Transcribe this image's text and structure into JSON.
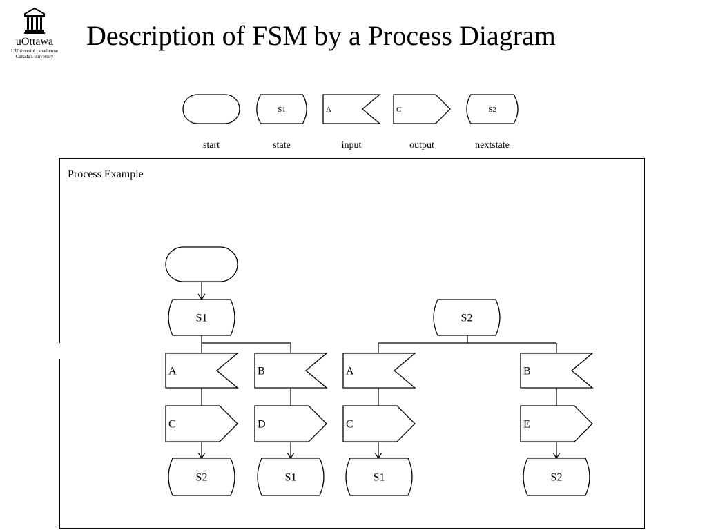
{
  "logo": {
    "name": "uOttawa",
    "tagline1": "L'Université canadienne",
    "tagline2": "Canada's university"
  },
  "title": "Description of FSM by a Process Diagram",
  "legend": {
    "items": [
      {
        "shape": "start",
        "text": "",
        "label": "start"
      },
      {
        "shape": "state",
        "text": "S1",
        "label": "state"
      },
      {
        "shape": "input",
        "text": "A",
        "label": "input"
      },
      {
        "shape": "output",
        "text": "C",
        "label": "output"
      },
      {
        "shape": "state",
        "text": "S2",
        "label": "nextstate"
      }
    ]
  },
  "panel": {
    "title": "Process Example"
  },
  "diagram": {
    "nodes": [
      {
        "id": "start",
        "shape": "start",
        "text": ""
      },
      {
        "id": "s1",
        "shape": "state",
        "text": "S1"
      },
      {
        "id": "s2",
        "shape": "state",
        "text": "S2"
      },
      {
        "id": "in-a-1",
        "shape": "input",
        "text": "A"
      },
      {
        "id": "in-b-1",
        "shape": "input",
        "text": "B"
      },
      {
        "id": "in-a-2",
        "shape": "input",
        "text": "A"
      },
      {
        "id": "in-b-2",
        "shape": "input",
        "text": "B"
      },
      {
        "id": "out-c-1",
        "shape": "output",
        "text": "C"
      },
      {
        "id": "out-d-1",
        "shape": "output",
        "text": "D"
      },
      {
        "id": "out-c-2",
        "shape": "output",
        "text": "C"
      },
      {
        "id": "out-e-2",
        "shape": "output",
        "text": "E"
      },
      {
        "id": "next-s2-1",
        "shape": "state",
        "text": "S2"
      },
      {
        "id": "next-s1-1",
        "shape": "state",
        "text": "S1"
      },
      {
        "id": "next-s1-2",
        "shape": "state",
        "text": "S1"
      },
      {
        "id": "next-s2-2",
        "shape": "state",
        "text": "S2"
      }
    ]
  }
}
